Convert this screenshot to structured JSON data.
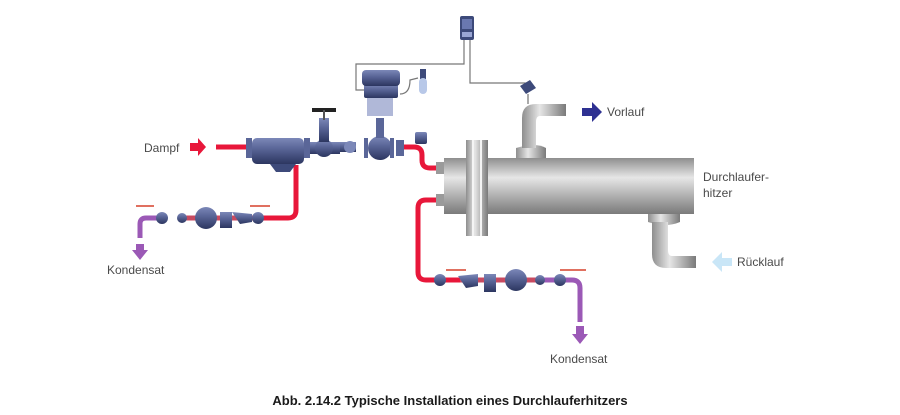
{
  "labels": {
    "steam": "Dampf",
    "condensate_left": "Kondensat",
    "condensate_right": "Kondensat",
    "flow_out": "Vorlauf",
    "heater_line1": "Durchlaufer-",
    "heater_line2": "hitzer",
    "flow_return": "Rücklauf"
  },
  "caption": "Abb. 2.14.2 Typische Installation eines Durchlauferhitzers",
  "colors": {
    "steam": "#e8173a",
    "condensate": "#9b59b6",
    "vessel": "#a8a8a8",
    "equipment": "#3d4a7a",
    "flow_out_arrow": "#2e3192",
    "return_arrow": "#c9e6f7"
  }
}
